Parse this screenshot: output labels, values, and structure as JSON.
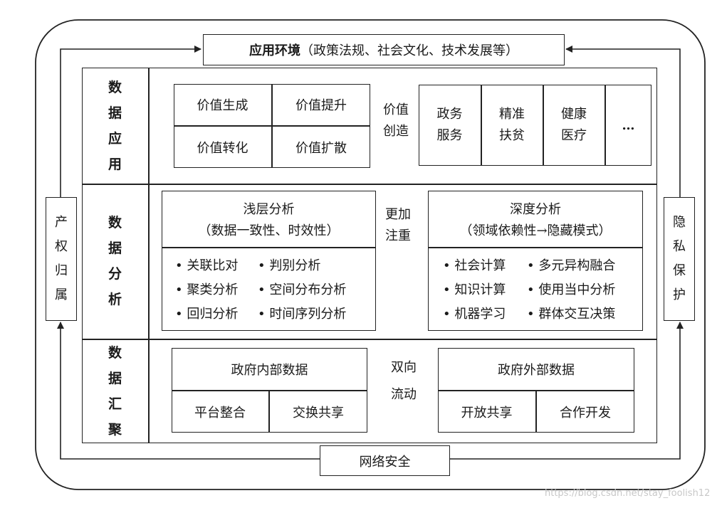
{
  "top": {
    "title": "应用环境",
    "subtitle": "（政策法规、社会文化、技术发展等）"
  },
  "bottom": {
    "label": "网络安全"
  },
  "left_side": {
    "chars": [
      "产",
      "权",
      "归",
      "属"
    ]
  },
  "right_side": {
    "chars": [
      "隐",
      "私",
      "保",
      "护"
    ]
  },
  "layers": {
    "application": {
      "label_chars": [
        "数",
        "据",
        "应",
        "用"
      ],
      "value_cells": [
        "价值生成",
        "价值提升",
        "价值转化",
        "价值扩散"
      ],
      "arrow_label_1": "价值",
      "arrow_label_2": "创造",
      "domains": [
        {
          "l1": "政务",
          "l2": "服务"
        },
        {
          "l1": "精准",
          "l2": "扶贫"
        },
        {
          "l1": "健康",
          "l2": "医疗"
        },
        {
          "l1": "…",
          "l2": ""
        }
      ]
    },
    "analysis": {
      "label_chars": [
        "数",
        "据",
        "分",
        "析"
      ],
      "shallow": {
        "title": "浅层分析",
        "subtitle": "（数据一致性、时效性）",
        "items": [
          "• 关联比对",
          "• 判别分析",
          "• 聚类分析",
          "• 空间分布分析",
          "• 回归分析",
          "• 时间序列分析"
        ]
      },
      "arrow_label_1": "更加",
      "arrow_label_2": "注重",
      "deep": {
        "title": "深度分析",
        "subtitle": "（领域依赖性→隐藏模式）",
        "items": [
          "• 社会计算",
          "• 多元异构融合",
          "• 知识计算",
          "• 使用当中分析",
          "• 机器学习",
          "• 群体交互决策"
        ]
      }
    },
    "aggregation": {
      "label_chars": [
        "数",
        "据",
        "汇",
        "聚"
      ],
      "internal": {
        "title": "政府内部数据",
        "cells": [
          "平台整合",
          "交换共享"
        ]
      },
      "arrow_label_1": "双向",
      "arrow_label_2": "流动",
      "external": {
        "title": "政府外部数据",
        "cells": [
          "开放共享",
          "合作开发"
        ]
      }
    }
  },
  "watermark": "https://blog.csdn.net/stay_foolish12"
}
